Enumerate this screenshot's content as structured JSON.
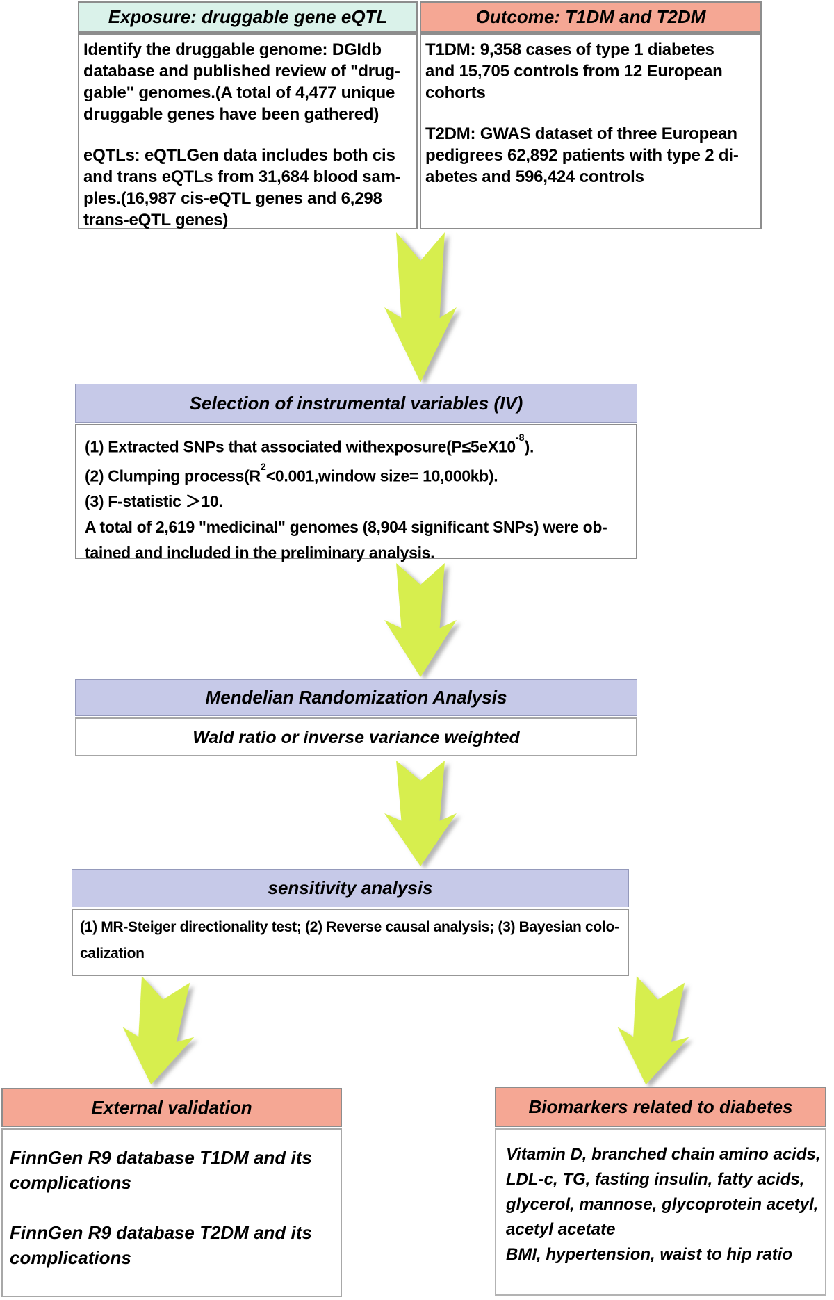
{
  "colors": {
    "mint_header": "#daf2ea",
    "salmon_header": "#f5a794",
    "purple_header": "#c6c9e8",
    "arrow_green": "#d7ee4e",
    "border_gray": "#8d8d8d"
  },
  "boxes": {
    "exposure": {
      "header": "Exposure: druggable gene eQTL",
      "para1": [
        "Identify the druggable genome: DGIdb",
        "database and published review of \"drug-",
        "gable\" genomes.(A total of 4,477 unique",
        "druggable genes have been gathered)"
      ],
      "para2": [
        "eQTLs: eQTLGen data includes both cis",
        "and trans eQTLs from 31,684 blood sam-",
        "ples.(16,987 cis-eQTL genes and 6,298",
        "trans-eQTL genes)"
      ]
    },
    "outcome": {
      "header": "Outcome: T1DM and T2DM",
      "para1": [
        "T1DM: 9,358 cases of type 1 diabetes",
        "and 15,705 controls from 12 European",
        "cohorts"
      ],
      "para2": [
        "T2DM: GWAS dataset of three European",
        "pedigrees 62,892 patients with type 2 di-",
        "abetes and 596,424 controls"
      ]
    },
    "iv": {
      "header": "Selection of instrumental variables (IV)",
      "line1": {
        "pre": "(1) Extracted SNPs that associated withexposure(P≤5eX10",
        "sup": "-8",
        "post": ")."
      },
      "line2": {
        "pre": "(2) Clumping process(R",
        "sup": "2",
        "post": "<0.001,window size= 10,000kb)."
      },
      "line3": "(3) F-statistic ＞10.",
      "line4": "A total of 2,619 \"medicinal\" genomes (8,904 significant SNPs) were ob-",
      "line5": "tained and included in the preliminary analysis."
    },
    "mr": {
      "header": "Mendelian Randomization Analysis",
      "body": "Wald ratio or inverse variance weighted"
    },
    "sensitivity": {
      "header": "sensitivity analysis",
      "line1": "(1) MR-Steiger directionality test; (2) Reverse causal analysis; (3) Bayesian colo-",
      "line2": "calization"
    },
    "external": {
      "header": "External validation",
      "para1": [
        "FinnGen R9 database T1DM and its",
        "complications"
      ],
      "para2": [
        "FinnGen R9 database T2DM and its",
        "complications"
      ]
    },
    "biomarkers": {
      "header": "Biomarkers related to diabetes",
      "lines": [
        "Vitamin D, branched chain amino acids,",
        "LDL-c, TG, fasting insulin, fatty acids,",
        "glycerol, mannose, glycoprotein acetyl,",
        "acetyl acetate",
        "BMI, hypertension, waist to hip ratio"
      ]
    }
  }
}
